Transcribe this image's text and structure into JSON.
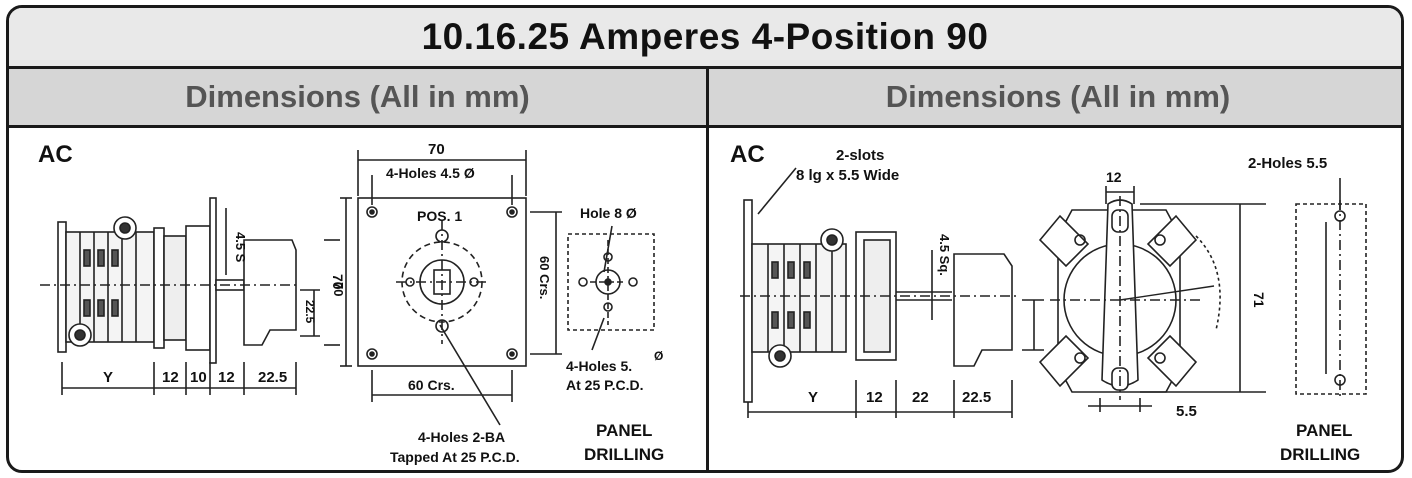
{
  "title": "10.16.25 Amperes 4-Position 90",
  "left": {
    "header": "Dimensions (All in mm)",
    "ac_label": "AC",
    "dim_70_top": "70",
    "holes_4_5": "4-Holes 4.5 Ø",
    "pos_1": "POS. 1",
    "dim_70_side": "70",
    "crs_60_bottom": "60 Crs.",
    "crs_60_side": "60 Crs.",
    "hole_8": "Hole 8 Ø",
    "holes_5_a": "4-Holes 5.",
    "holes_5_deg": "Ø",
    "holes_5_b": "At 25 P.C.D.",
    "holes_2ba_a": "4-Holes 2-BA",
    "holes_2ba_b": "Tapped At 25 P.C.D.",
    "panel": "PANEL",
    "drilling": "DRILLING",
    "dim_y": "Y",
    "dim_12a": "12",
    "dim_10": "10",
    "dim_12b": "12",
    "dim_22_5": "22.5",
    "dim_4_5s": "4.5 S",
    "dim_22_5_v": "22.5",
    "dim_70_v": "70"
  },
  "right": {
    "header": "Dimensions (All in mm)",
    "ac_label": "AC",
    "slots_a": "2-slots",
    "slots_b": "8 lg x 5.5 Wide",
    "dim_12_top": "12",
    "holes_5_5": "2-Holes 5.5",
    "dim_4_5sq": "4.5 Sq.",
    "dim_71": "71",
    "dim_5_5": "5.5",
    "dim_y": "Y",
    "dim_12": "12",
    "dim_22": "22",
    "dim_22_5": "22.5",
    "panel": "PANEL",
    "drilling": "DRILLING"
  }
}
